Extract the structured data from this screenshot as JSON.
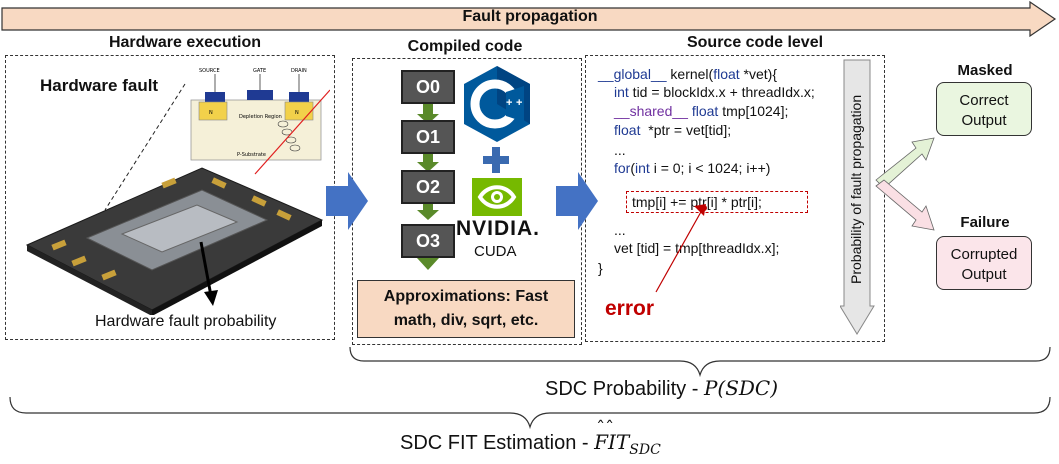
{
  "header": {
    "title": "Fault propagation"
  },
  "hardware": {
    "heading": "Hardware execution",
    "fault_label": "Hardware fault",
    "probability_label": "Hardware fault probability",
    "transistor_labels": [
      "SOURCE",
      "GATE",
      "DRAIN",
      "Depletion Region",
      "P-Substrate",
      "N",
      "N"
    ]
  },
  "compiled": {
    "heading": "Compiled code",
    "levels": [
      "O0",
      "O1",
      "O2",
      "O3"
    ],
    "approx_line1": "Approximations: Fast",
    "approx_line2": "math, div, sqrt, etc.",
    "nvidia_text": "NVIDIA.",
    "cuda_text": "CUDA",
    "cpp_text": "C++"
  },
  "source": {
    "heading": "Source code level",
    "lines": [
      "__global__ kernel(float *vet){",
      "int tid = blockIdx.x + threadIdx.x;",
      "__shared__ float tmp[1024];",
      "float  *ptr = vet[tid];",
      "...",
      "for(int i = 0; i < 1024; i++)",
      "tmp[i] += ptr[i] * ptr[i];",
      "...",
      "vet [tid] = tmp[threadIdx.x];",
      "}"
    ],
    "error_label": "error",
    "probability_label": "Probability of fault propagation"
  },
  "outcomes": {
    "masked_title": "Masked",
    "masked_line1": "Correct",
    "masked_line2": "Output",
    "failure_title": "Failure",
    "failure_line1": "Corrupted",
    "failure_line2": "Output",
    "masked_color": "#eaf6e0",
    "failure_color": "#fbe5ea"
  },
  "bottom": {
    "sdc_prefix": "SDC  Probability  - ",
    "sdc_formula": "P(SDC)",
    "fit_prefix": "SDC FIT Estimation - ",
    "fit_symbol": "FIT",
    "fit_subscript": "SDC"
  },
  "colors": {
    "arrow_blue": "#4472c4",
    "arrow_green": "#5a8a2a",
    "accent_red": "#c00000"
  }
}
